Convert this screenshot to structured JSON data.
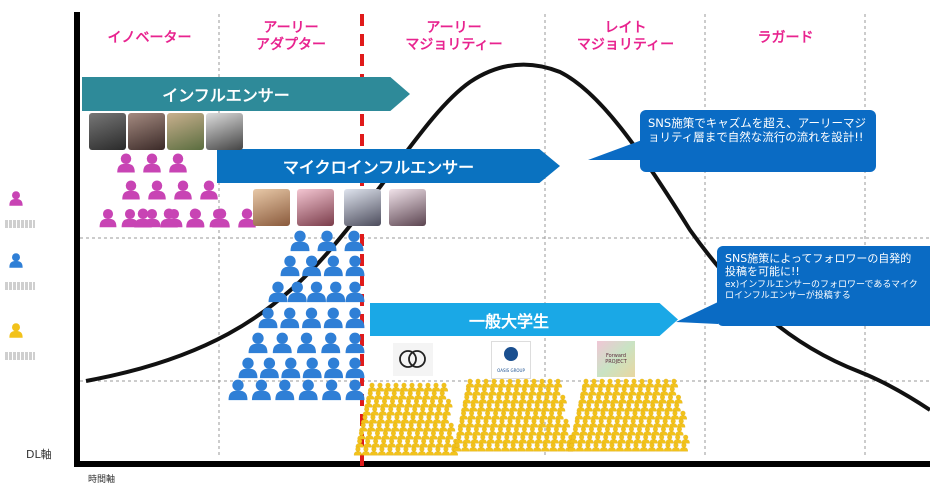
{
  "segments": [
    {
      "label": "イノベーター",
      "lines": [
        "イノベーター"
      ]
    },
    {
      "label": "アーリー\nアダプター",
      "lines": [
        "アーリー",
        "アダプター"
      ]
    },
    {
      "label": "アーリー\nマジョリティー",
      "lines": [
        "アーリー",
        "マジョリティー"
      ]
    },
    {
      "label": "レイト\nマジョリティー",
      "lines": [
        "レイト",
        "マジョリティー"
      ]
    },
    {
      "label": "ラガード",
      "lines": [
        "ラガード"
      ]
    }
  ],
  "arrows": {
    "influencer": "インフルエンサー",
    "micro_influencer": "マイクロインフルエンサー",
    "students": "一般大学生"
  },
  "callouts": {
    "top": "SNS施策でキャズムを超え、アーリーマジョリティ層まで自然な流行の流れを設計!!",
    "right_line1": "SNS施策によってフォロワーの自発的投稿を可能に!!",
    "right_line2": "ex)インフルエンサーのフォロワーであるマイクロインフルエンサーが投稿する"
  },
  "axes": {
    "y_label": "DL軸",
    "x_label": "時間軸"
  },
  "logos": {
    "oasis": "OASIS GROUP",
    "forward": "Forward PROJECT"
  },
  "colors": {
    "influencer_arrow": "#2e8a99",
    "micro_arrow": "#0a72c0",
    "students_arrow": "#1aa8e6",
    "segment_text": "#e8238f",
    "chasm_line": "#e01b1b",
    "pink_person": "#c844b4",
    "blue_person": "#2f7fd6",
    "yellow_person": "#f2c21b"
  }
}
